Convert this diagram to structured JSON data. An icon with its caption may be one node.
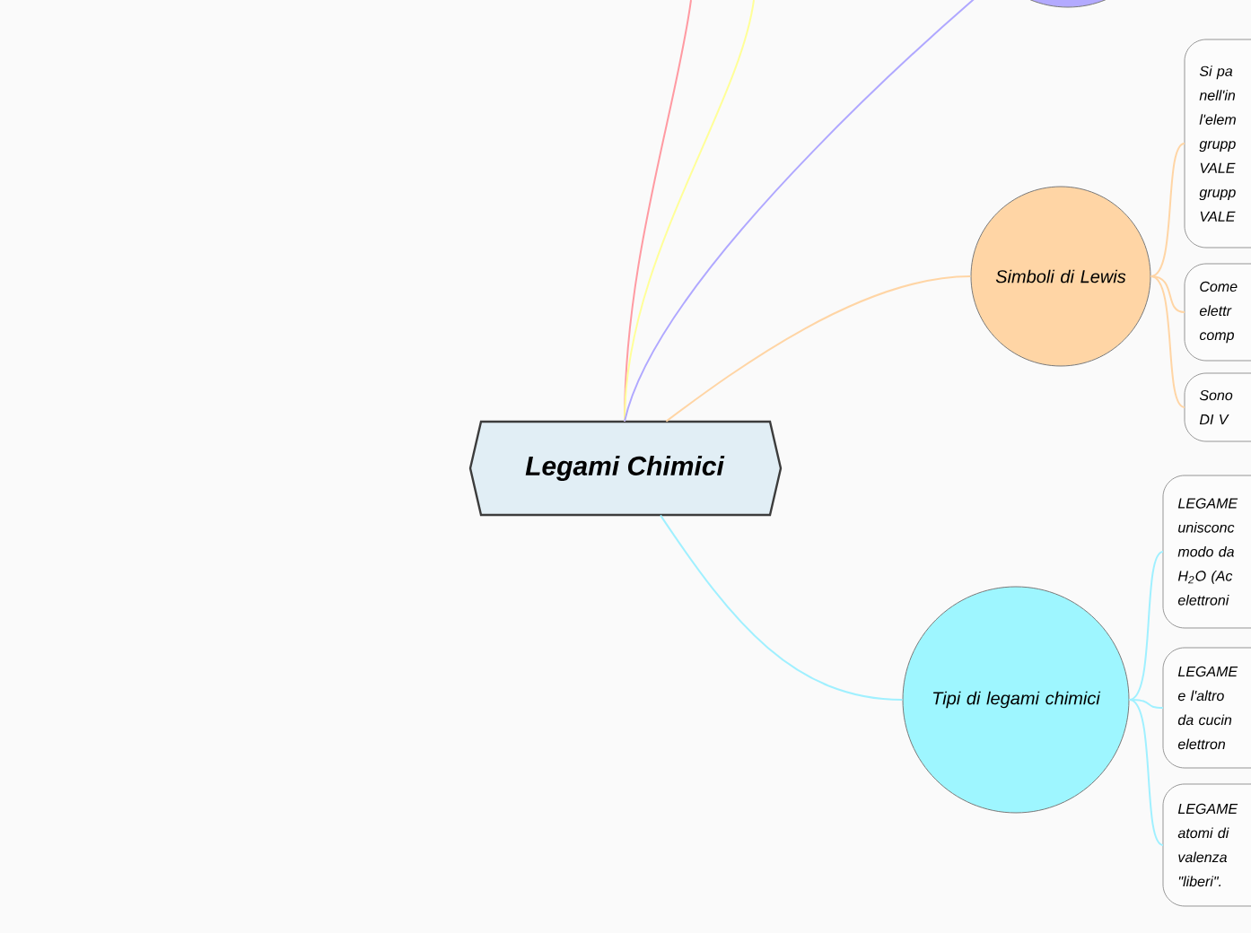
{
  "diagram": {
    "nodes": [
      {
        "text": [
          "Legami Chimici"
        ]
      },
      {
        "text": [],
        "shape": "circle"
      },
      {
        "text": [
          "Simboli di Lewis"
        ]
      },
      {
        "text": [
          "Si pa nell'in l'elem grupp VALE grupp VALE"
        ]
      },
      {
        "text": [
          "Come elettr comp"
        ]
      },
      {
        "text": [
          "Sono DI V"
        ]
      },
      {
        "text": [
          "Tipi di legami chimici"
        ]
      },
      {
        "text": [
          "LEGAME unisconc modo da H$_{2}$O (Ac elettroni"
        ]
      },
      {
        "text": [
          "LEGAME e l'altro da cucin elettron"
        ]
      },
      {
        "text": [
          "LEGAME atomi di valenza \"liberi\"."
        ]
      }
    ],
    "edges": [
      {
        "from": 0,
        "to": null,
        "arrow": "none",
        "color": "#ff9aa2"
      },
      {
        "from": 0,
        "to": null,
        "arrow": "none",
        "color": "#ffff99"
      },
      {
        "from": 0,
        "to": 1,
        "arrow": "none",
        "color": "#b0a8ff"
      },
      {
        "from": 0,
        "to": 2,
        "arrow": "none",
        "color": "#ffd5a5"
      },
      {
        "from": 2,
        "to": 3,
        "arrow": "none",
        "color": "#ffd5a5"
      },
      {
        "from": 2,
        "to": 4,
        "arrow": "none",
        "color": "#ffd5a5"
      },
      {
        "from": 2,
        "to": 5,
        "arrow": "none",
        "color": "#ffd5a5"
      },
      {
        "from": 0,
        "to": 6,
        "arrow": "none",
        "color": "#a0f0ff"
      },
      {
        "from": 6,
        "to": 7,
        "arrow": "none",
        "color": "#a0f0ff"
      },
      {
        "from": 6,
        "to": 8,
        "arrow": "none",
        "color": "#a0f0ff"
      },
      {
        "from": 6,
        "to": 9,
        "arrow": "none",
        "color": "#a0f0ff"
      }
    ]
  }
}
